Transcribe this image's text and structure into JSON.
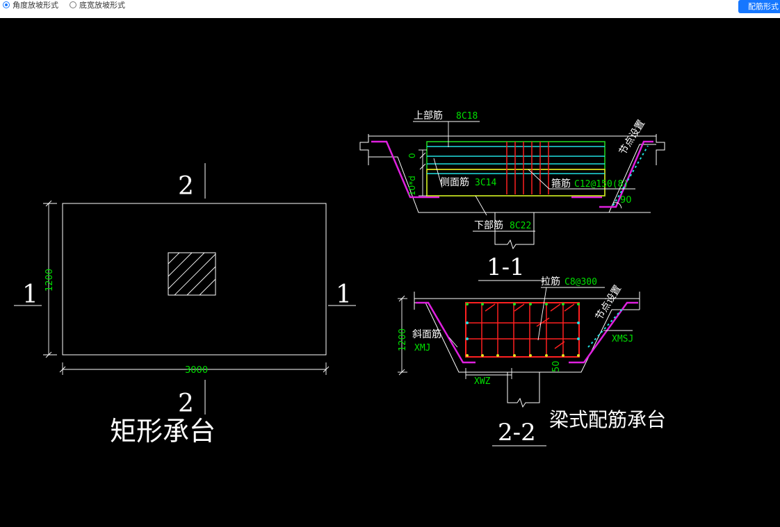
{
  "toolbar": {
    "options": [
      {
        "label": "角度放坡形式",
        "selected": true
      },
      {
        "label": "底宽放坡形式",
        "selected": false
      }
    ],
    "button_label": "配筋形式"
  },
  "drawing": {
    "plan": {
      "title": "矩形承台",
      "section_mark_left": "1",
      "section_mark_right": "1",
      "section_mark_top": "2",
      "section_mark_bottom": "2",
      "dim_width": "3000",
      "dim_height": "1200"
    },
    "section_1_1": {
      "title": "1-1",
      "top_bar_label": "上部筋",
      "top_bar_value": "8C18",
      "side_bar_label": "侧面筋",
      "side_bar_value": "3C14",
      "stirrup_label": "箍筋",
      "stirrup_value": "C12@150(8)",
      "bottom_bar_label": "下部筋",
      "bottom_bar_value": "8C22",
      "node_label": "节点设置",
      "angle_value": "90",
      "dim_zero": "0",
      "dim_10d": "10*d"
    },
    "section_2_2": {
      "title": "2-2",
      "caption": "梁式配筋承台",
      "tie_bar_label": "拉筋",
      "tie_bar_value": "C8@300",
      "slope_bar_label": "斜面筋",
      "xmj": "XMJ",
      "xmsj": "XMSJ",
      "xwz": "XWZ",
      "node_label": "节点设置",
      "dim_height": "1200",
      "dim_50": "50"
    }
  },
  "colors": {
    "accent": "#1677ff",
    "background": "#000000",
    "line": "#ffffff",
    "dimension_text": "#00e000",
    "rebar_red": "#ff2020",
    "slope_magenta": "#e020e0",
    "cyan": "#20e0e0",
    "yellow": "#e0e020",
    "green": "#20e020"
  }
}
